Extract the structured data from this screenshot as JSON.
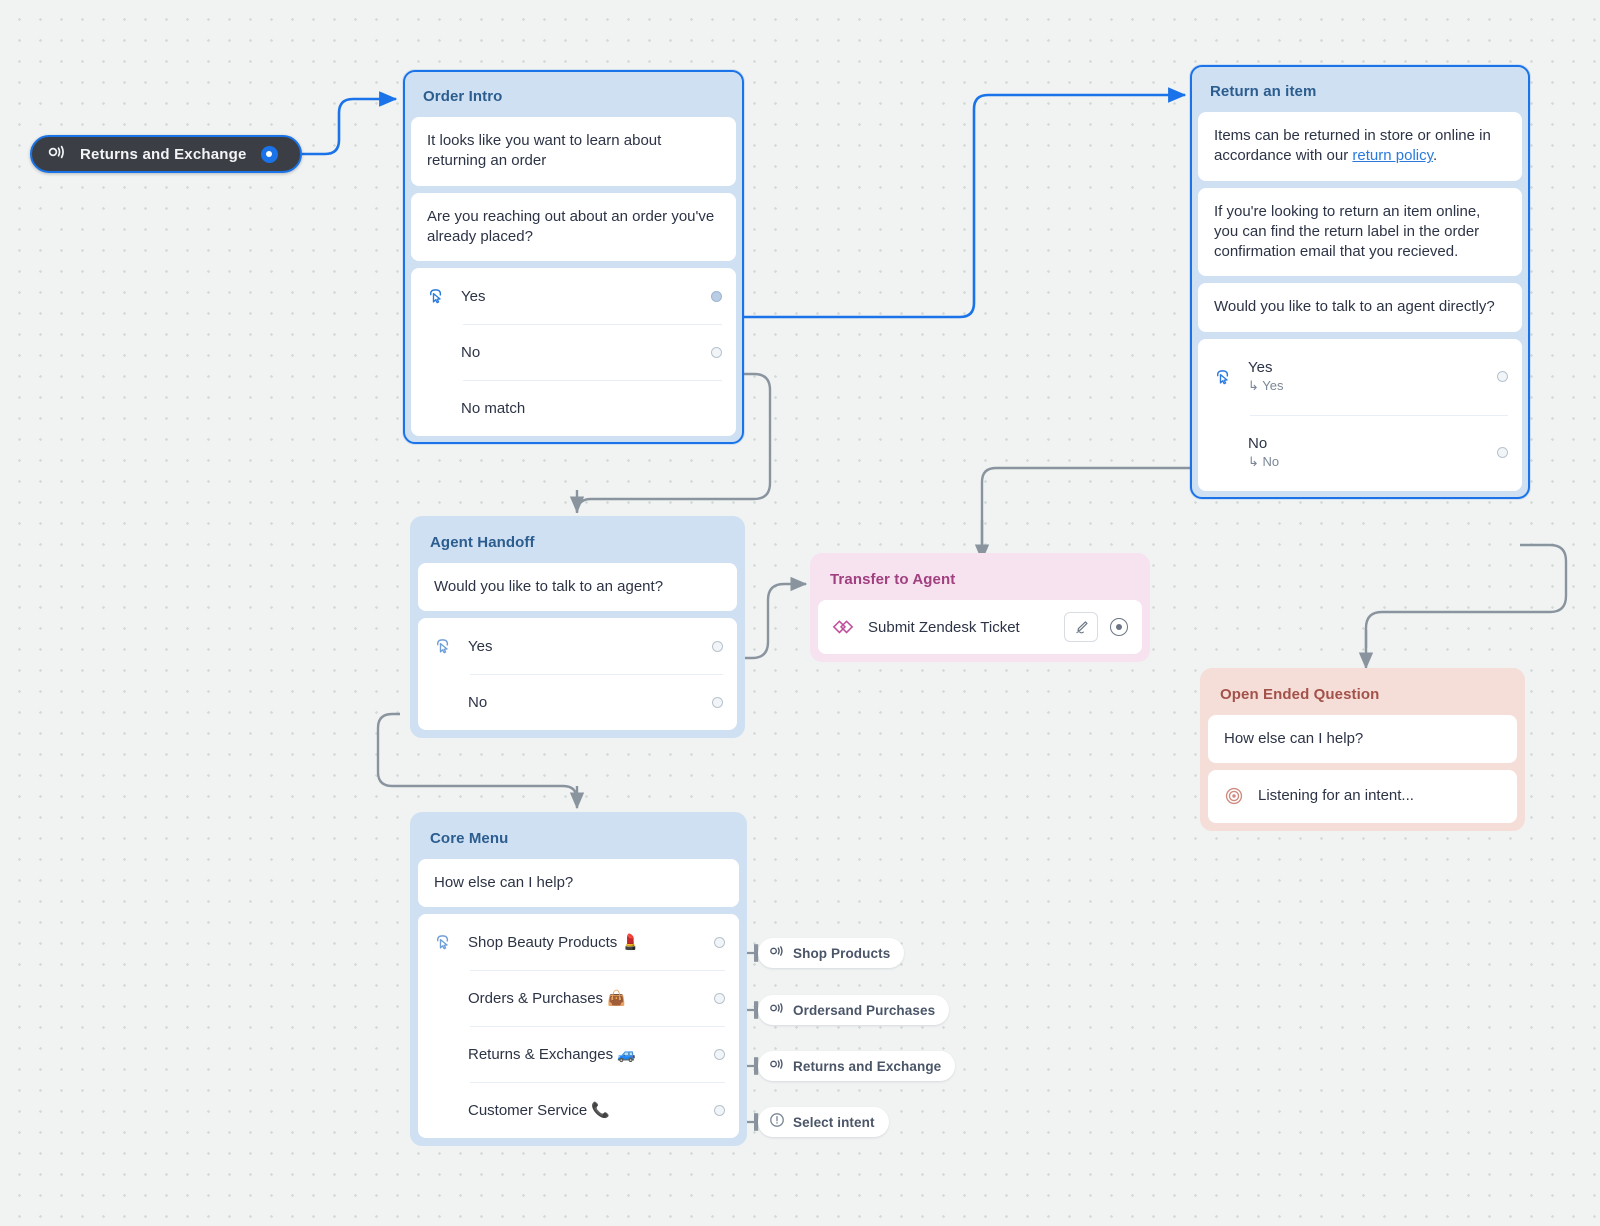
{
  "canvas": {
    "background": "#f0f3f2",
    "accent": "#1a73e8"
  },
  "start_intent": {
    "label": "Returns and Exchange",
    "icon": "intent-icon"
  },
  "nodes": {
    "order_intro": {
      "title": "Order Intro",
      "messages": [
        "It looks like you want to learn about returning an order",
        "Are you reaching out about an order you've already placed?"
      ],
      "choices": [
        {
          "label": "Yes",
          "port": "active"
        },
        {
          "label": "No",
          "port": "idle"
        },
        {
          "label": "No match",
          "port": "none"
        }
      ]
    },
    "return_an_item": {
      "title": "Return an item",
      "message_1_pre": "Items can be returned in store or online in accordance with our ",
      "message_1_link": "return policy",
      "message_1_post": ".",
      "message_2": "If you're looking to return an item online, you can find the return label in the order confirmation email that you recieved.",
      "message_3": "Would you like to talk to an agent directly?",
      "choices": [
        {
          "label": "Yes",
          "sub": "↳ Yes",
          "port": "idle"
        },
        {
          "label": "No",
          "sub": "↳ No",
          "port": "idle"
        }
      ]
    },
    "agent_handoff": {
      "title": "Agent Handoff",
      "messages": [
        "Would you like to talk to an agent?"
      ],
      "choices": [
        {
          "label": "Yes",
          "port": "idle"
        },
        {
          "label": "No",
          "port": "idle"
        }
      ]
    },
    "transfer_to_agent": {
      "title": "Transfer to Agent",
      "action_label": "Submit Zendesk Ticket",
      "action_icon": "zendesk-icon",
      "edit_icon": "pencil-icon"
    },
    "open_ended_question": {
      "title": "Open Ended Question",
      "message": "How else can I help?",
      "listening_label": "Listening for an intent...",
      "listening_icon": "listening-icon"
    },
    "core_menu": {
      "title": "Core Menu",
      "messages": [
        "How else can I help?"
      ],
      "choices": [
        {
          "label": "Shop Beauty Products 💄",
          "port": "idle"
        },
        {
          "label": "Orders & Purchases 👜",
          "port": "idle"
        },
        {
          "label": "Returns & Exchanges 🚙",
          "port": "idle"
        },
        {
          "label": "Customer Service 📞",
          "port": "idle"
        }
      ]
    }
  },
  "intent_chips": [
    {
      "label": "Shop Products",
      "icon": "intent-icon"
    },
    {
      "label": "Ordersand Purchases",
      "icon": "intent-icon"
    },
    {
      "label": "Returns and Exchange",
      "icon": "intent-icon"
    },
    {
      "label": "Select intent",
      "icon": "alert-icon"
    }
  ]
}
